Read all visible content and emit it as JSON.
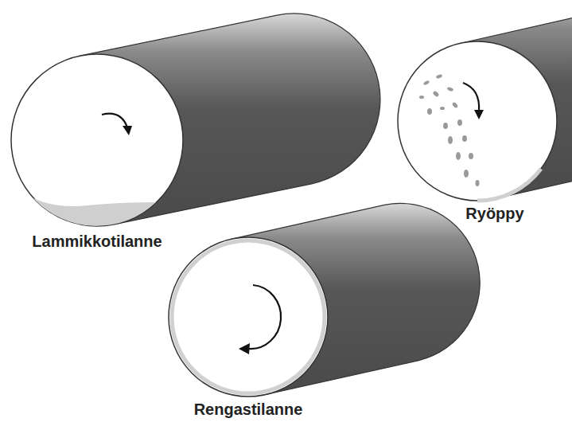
{
  "diagram": {
    "labels": [
      "Lammikkotilanne",
      "Ryöppy",
      "Rengastilanne"
    ]
  }
}
